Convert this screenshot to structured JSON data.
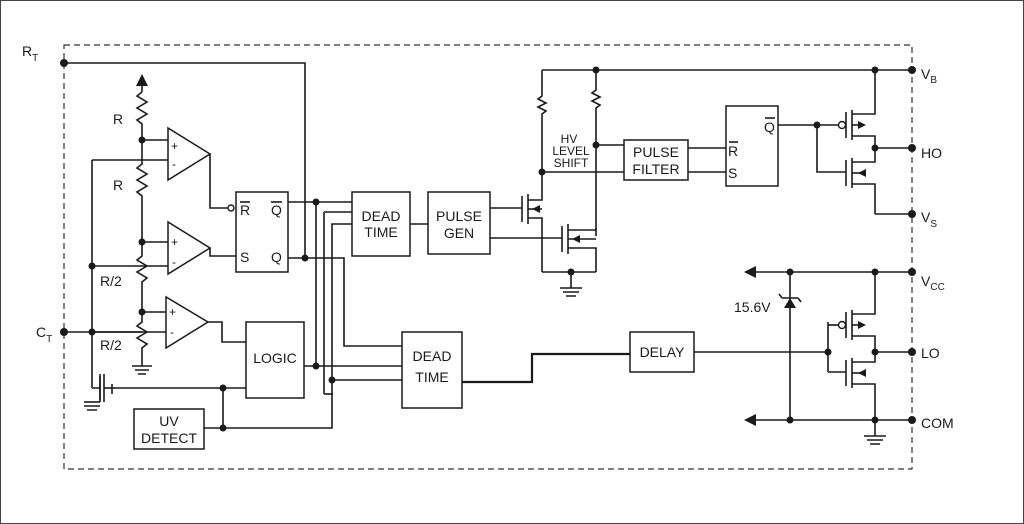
{
  "pins": {
    "rt": "R",
    "rt_sub": "T",
    "ct": "C",
    "ct_sub": "T",
    "vb": "V",
    "vb_sub": "B",
    "ho": "HO",
    "vs": "V",
    "vs_sub": "S",
    "vcc": "V",
    "vcc_sub": "CC",
    "lo": "LO",
    "com": "COM"
  },
  "resistors": {
    "r1": "R",
    "r2": "R",
    "r3": "R/2",
    "r4": "R/2"
  },
  "flipflop": {
    "r_in": "R",
    "s_in": "S",
    "q_bar": "Q",
    "q": "Q"
  },
  "latch": {
    "r_in": "R",
    "s_in": "S",
    "q_bar": "Q"
  },
  "blocks": {
    "dead_time_1": [
      "DEAD",
      "TIME"
    ],
    "pulse_gen": [
      "PULSE",
      "GEN"
    ],
    "pulse_filter": [
      "PULSE",
      "FILTER"
    ],
    "logic": "LOGIC",
    "dead_time_2": [
      "DEAD",
      "TIME"
    ],
    "delay": "DELAY",
    "uv_detect": [
      "UV",
      "DETECT"
    ]
  },
  "hv_level_shift": [
    "HV",
    "LEVEL",
    "SHIFT"
  ],
  "zener": "15.6V",
  "comparator_signs": {
    "plus": "+",
    "minus": "-"
  }
}
